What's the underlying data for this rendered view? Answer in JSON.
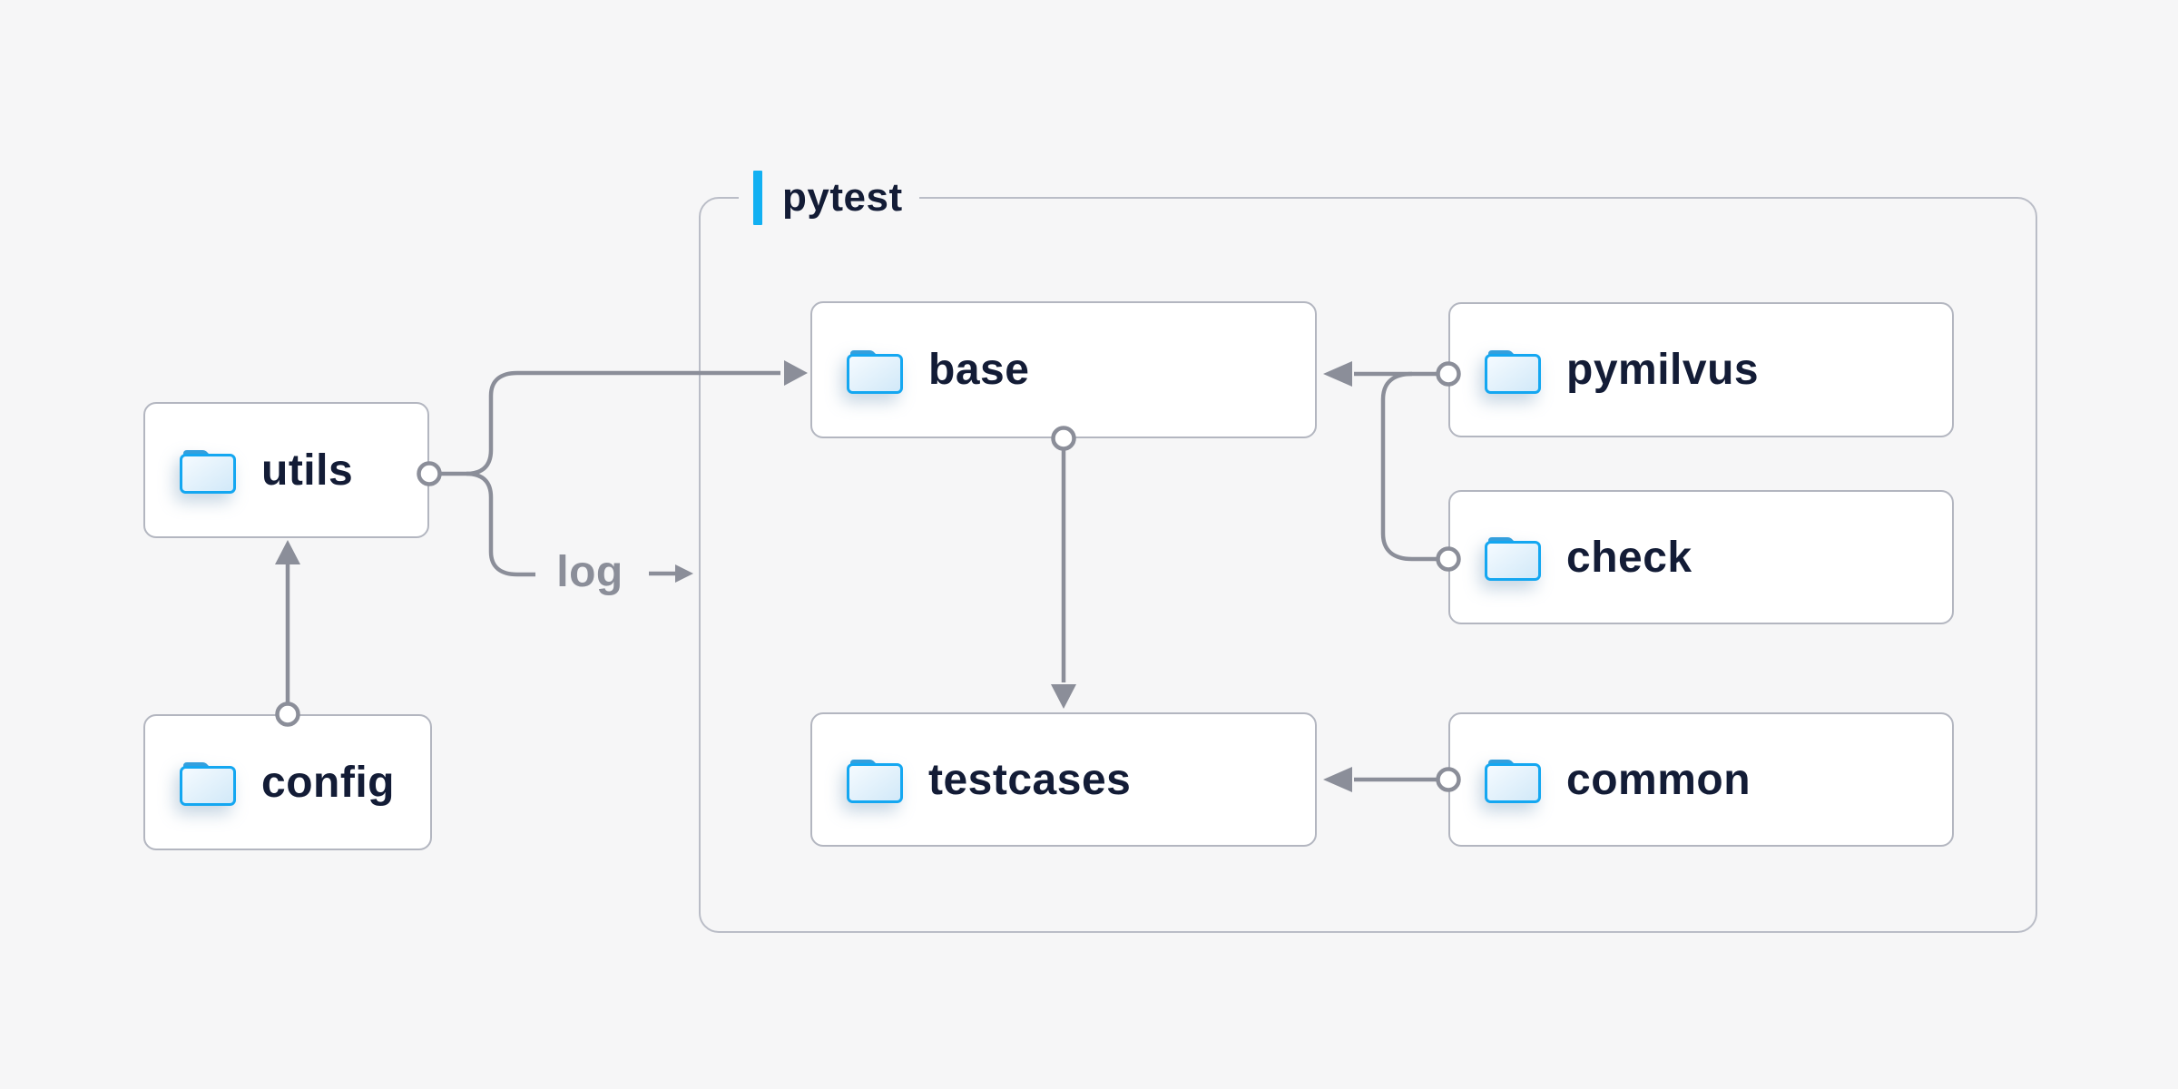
{
  "container": {
    "label": "pytest"
  },
  "nodes": {
    "utils": {
      "label": "utils"
    },
    "config": {
      "label": "config"
    },
    "base": {
      "label": "base"
    },
    "testcases": {
      "label": "testcases"
    },
    "pymilvus": {
      "label": "pymilvus"
    },
    "check": {
      "label": "check"
    },
    "common": {
      "label": "common"
    }
  },
  "edges": [
    {
      "from": "config",
      "to": "utils",
      "label": ""
    },
    {
      "from": "utils",
      "to": "base",
      "label": ""
    },
    {
      "from": "utils",
      "to": "pytest",
      "label": "log"
    },
    {
      "from": "base",
      "to": "testcases",
      "label": ""
    },
    {
      "from": "pymilvus",
      "to": "base",
      "label": ""
    },
    {
      "from": "check",
      "to": "base",
      "label": ""
    },
    {
      "from": "common",
      "to": "testcases",
      "label": ""
    }
  ],
  "icons": {
    "node_icon": "folder-icon"
  },
  "colors": {
    "background": "#f6f6f7",
    "node_fill": "#ffffff",
    "node_border": "#b3b6c0",
    "group_border": "#babdc7",
    "wire": "#8b8e99",
    "text": "#131c36",
    "edge_label_text": "#8b8e99",
    "accent_blue": "#12b0f2",
    "folder_stroke": "#14a7f1",
    "folder_tab": "#339fdd"
  }
}
